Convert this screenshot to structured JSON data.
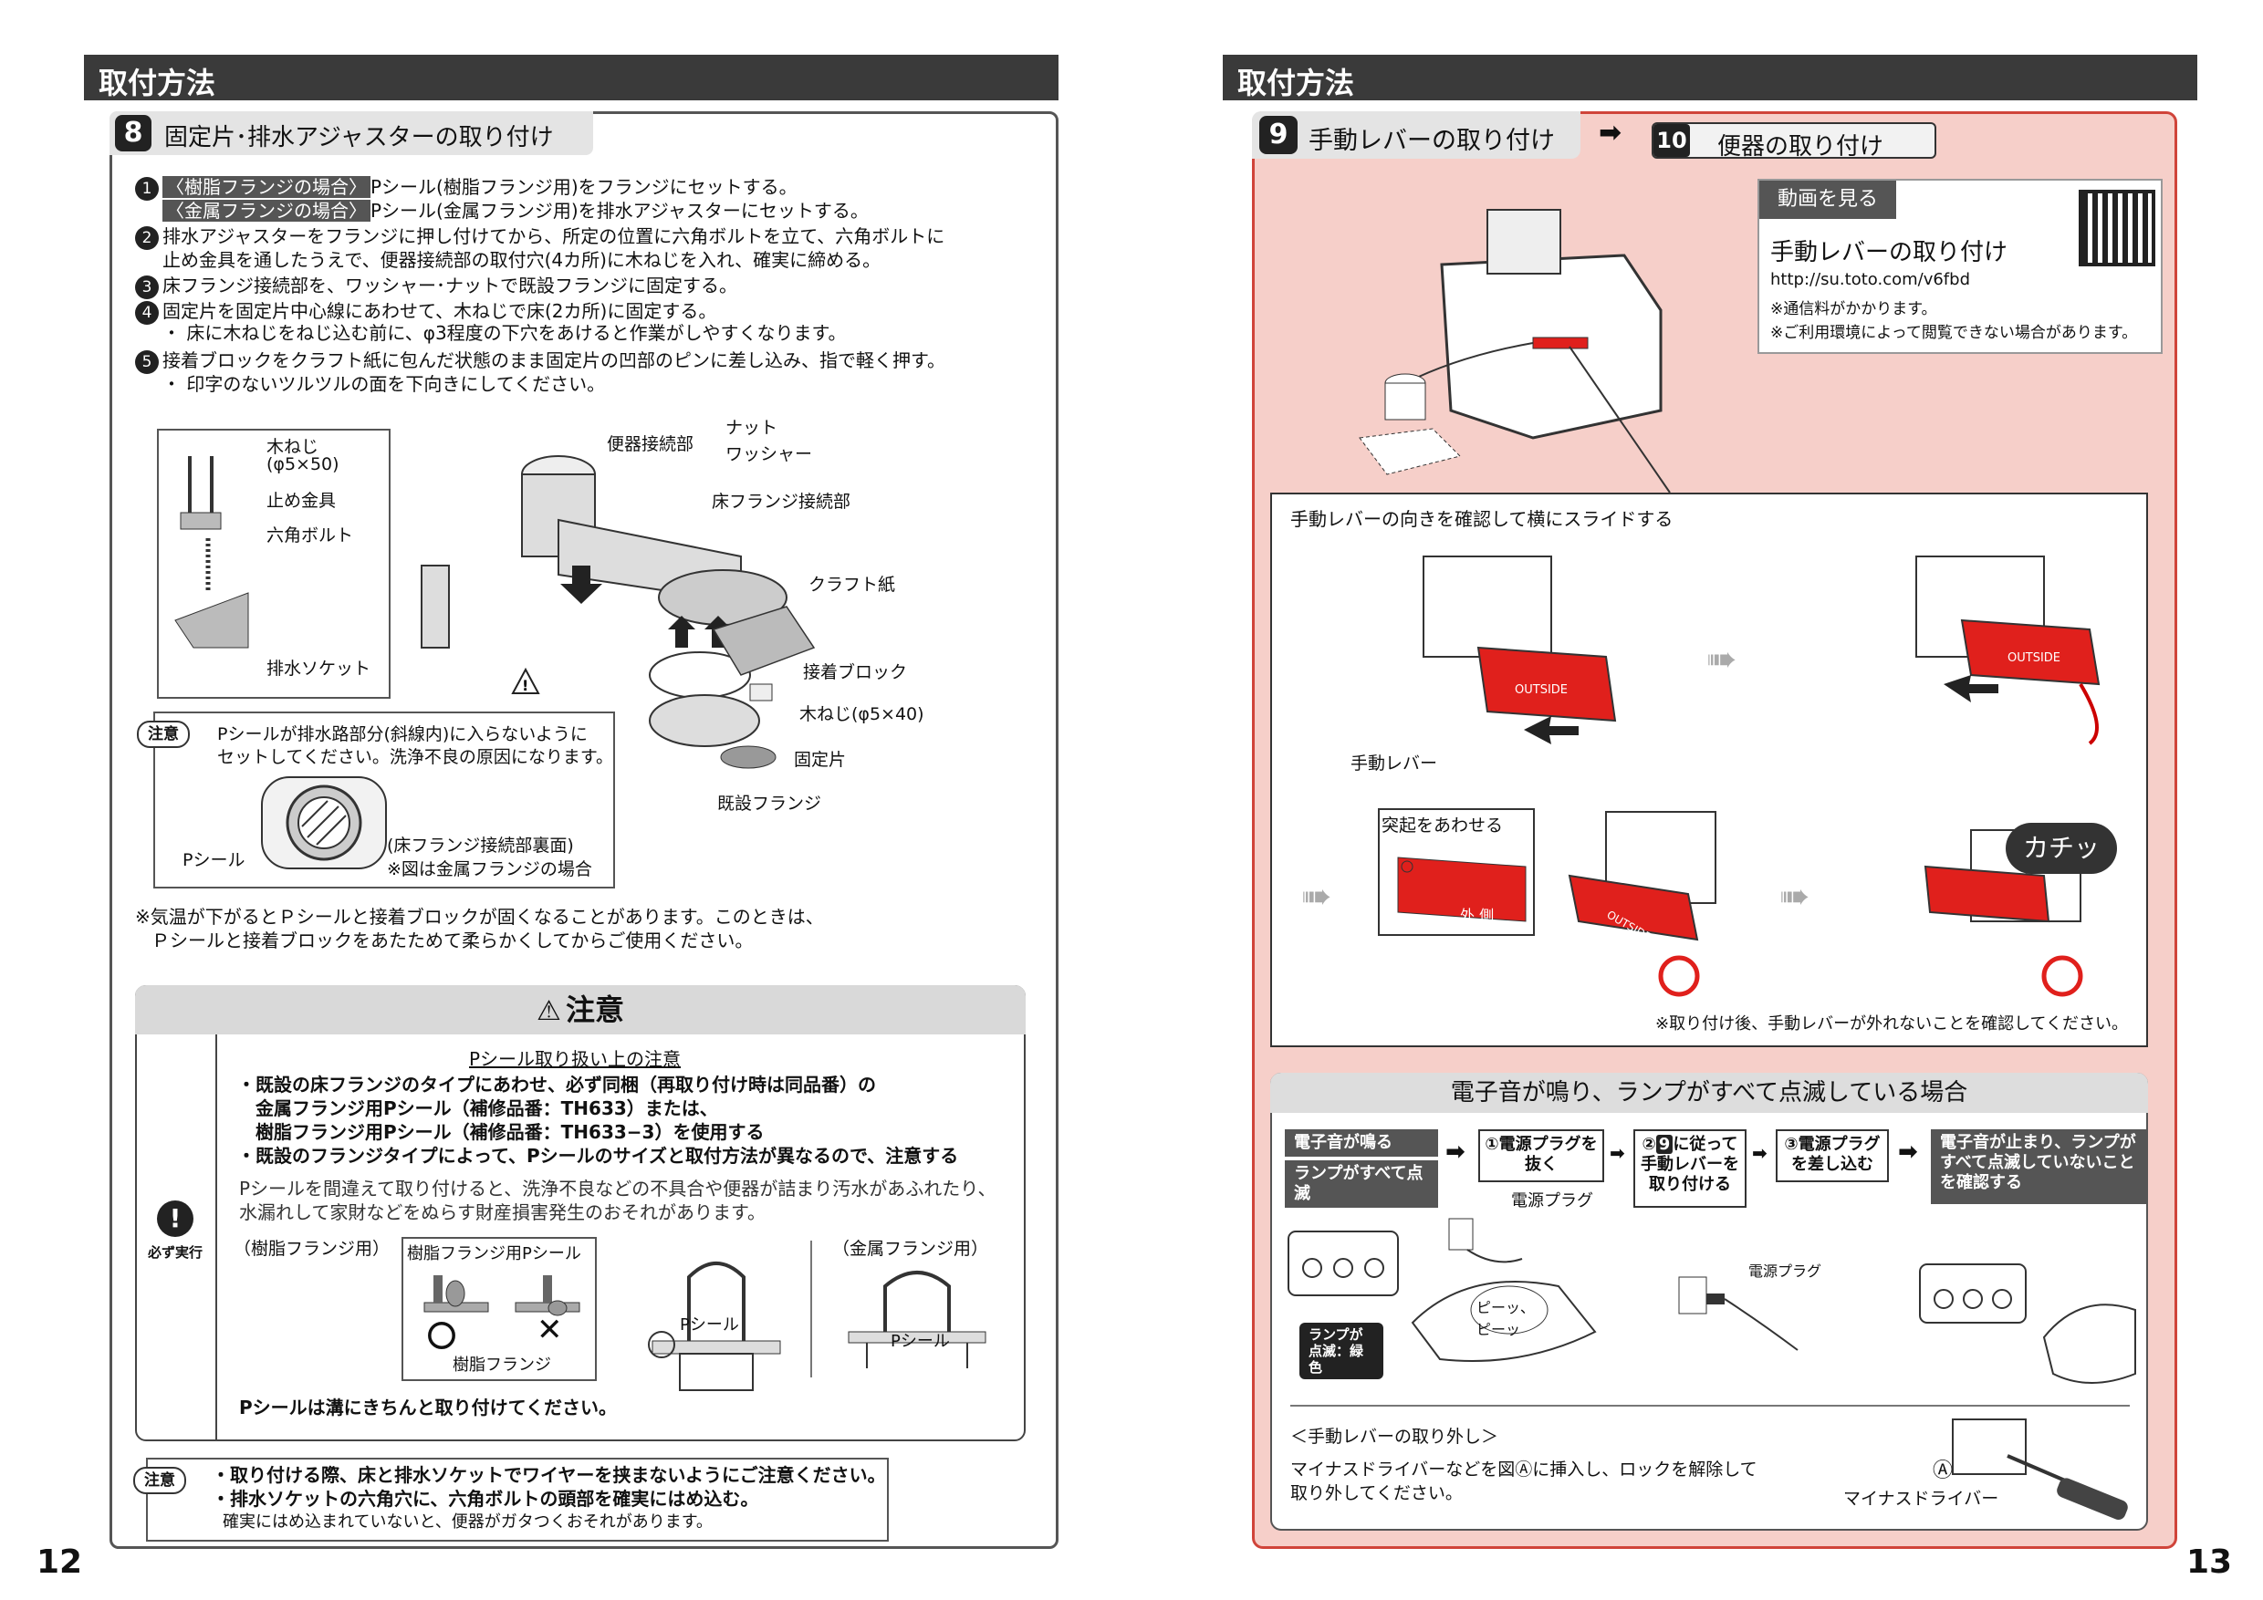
{
  "left": {
    "section_title": "取付方法",
    "step": {
      "number": "8",
      "title": "固定片･排水アジャスターの取り付け"
    },
    "instructions": [
      {
        "no": "1",
        "tag": "〈樹脂フランジの場合〉",
        "text": "Pシール(樹脂フランジ用)をフランジにセットする。"
      },
      {
        "no": "",
        "tag": "〈金属フランジの場合〉",
        "text": "Pシール(金属フランジ用)を排水アジャスターにセットする。"
      },
      {
        "no": "2",
        "tag": "",
        "text": "排水アジャスターをフランジに押し付けてから、所定の位置に六角ボルトを立て、六角ボルトに"
      },
      {
        "no": "",
        "tag": "",
        "text": "止め金具を通したうえで、便器接続部の取付穴(4カ所)に木ねじを入れ、確実に締める。"
      },
      {
        "no": "3",
        "tag": "",
        "text": "床フランジ接続部を、ワッシャー･ナットで既設フランジに固定する。"
      },
      {
        "no": "4",
        "tag": "",
        "text": "固定片を固定片中心線にあわせて、木ねじで床(2カ所)に固定する。"
      },
      {
        "no": "",
        "tag": "",
        "text": "・ 床に木ねじをねじ込む前に、φ3程度の下穴をあけると作業がしやすくなります。"
      },
      {
        "no": "5",
        "tag": "",
        "text": "接着ブロックをクラフト紙に包んだ状態のまま固定片の凹部のピンに差し込み、指で軽く押す。"
      },
      {
        "no": "",
        "tag": "",
        "text": "・ 印字のないツルツルの面を下向きにしてください。"
      }
    ],
    "diagram_labels": {
      "screw1": "木ねじ",
      "screw1_size": "(φ5×50)",
      "clamp": "止め金具",
      "hex_bolt": "六角ボルト",
      "drain_socket": "排水ソケット",
      "toilet_joint": "便器接続部",
      "nut": "ナット",
      "washer": "ワッシャー",
      "floor_flange_joint": "床フランジ接続部",
      "kraft_paper": "クラフト紙",
      "adhesive_block": "接着ブロック",
      "screw2": "木ねじ(φ5×40)",
      "fixing_piece": "固定片",
      "existing_flange": "既設フランジ"
    },
    "caution_small": {
      "badge": "注意",
      "line1": "Pシールが排水路部分(斜線内)に入らないように",
      "line2": "セットしてください。洗浄不良の原因になります。",
      "pseal": "Pシール",
      "note1": "(床フランジ接続部裏面)",
      "note2": "※図は金属フランジの場合"
    },
    "temp_note": [
      "※気温が下がるとＰシールと接着ブロックが固くなることがあります。このときは、",
      "Ｐシールと接着ブロックをあたためて柔らかくしてからご使用ください。"
    ],
    "warning": {
      "title": "注意",
      "side_label": "必ず実行",
      "subtitle": "Pシール取り扱い上の注意",
      "bullets": [
        "・既設の床フランジのタイプにあわせ、必ず同梱（再取り付け時は同品番）の",
        "　金属フランジ用Pシール（補修品番：TH633）または、",
        "　樹脂フランジ用Pシール（補修品番：TH633−3）を使用する",
        "・既設のフランジタイプによって、Pシールのサイズと取付方法が異なるので、注意する"
      ],
      "desc": [
        "Pシールを間違えて取り付けると、洗浄不良などの不具合や便器が詰まり汚水があふれたり、",
        "水漏れして家財などをぬらす財産損害発生のおそれがあります。"
      ],
      "resin_label": "（樹脂フランジ用）",
      "resin_pseal": "樹脂フランジ用Pシール",
      "resin_flange": "樹脂フランジ",
      "ok_mark": "〇",
      "ng_mark": "✕",
      "pseal_a": "Pシール",
      "metal_label": "（金属フランジ用）",
      "pseal_b": "Pシール",
      "footer": "Pシールは溝にきちんと取り付けてください。"
    },
    "bottom_caution": {
      "badge": "注意",
      "line1": "・取り付ける際、床と排水ソケットでワイヤーを挟まないようにご注意ください。",
      "line2": "・排水ソケットの六角穴に、六角ボルトの頭部を確実にはめ込む。",
      "line3": "確実にはめ込まれていないと、便器がガタつくおそれがあります。"
    },
    "page_number": "12"
  },
  "right": {
    "section_title": "取付方法",
    "step9": {
      "number": "9",
      "title": "手動レバーの取り付け"
    },
    "step10": {
      "number": "10",
      "title": "便器の取り付け"
    },
    "video": {
      "header": "動画を見る",
      "title": "手動レバーの取り付け",
      "url": "http://su.toto.com/v6fbd",
      "note1": "※通信料がかかります。",
      "note2": "※ご利用環境によって閲覧できない場合があります。"
    },
    "lever_box": {
      "instruction": "手動レバーの向きを確認して横にスライドする",
      "lever_label": "手動レバー",
      "align_label": "突起をあわせる",
      "click": "カチッ",
      "after_note": "※取り付け後、手動レバーが外れないことを確認してください。",
      "outside_text": "OUTSIDE",
      "outer_side": "外 側"
    },
    "beep_box": {
      "title": "電子音が鳴り、ランプがすべて点滅している場合",
      "state1": "電子音が鳴る",
      "state2": "ランプがすべて点滅",
      "step1": "①電源プラグを抜く",
      "step2a": "②",
      "step2b": "9",
      "step2c": "に従って手動レバーを取り付ける",
      "step3": "③電源プラグを差し込む",
      "result": "電子音が止まり、ランプがすべて点滅していないことを確認する",
      "plug_label1": "電源プラグ",
      "plug_label2": "電源プラグ",
      "beep": "ピーッ、ピーッ",
      "lamp": "ランプが点滅：緑色",
      "removal_title": "＜手動レバーの取り外し＞",
      "removal_line1": "マイナスドライバーなどを図Ⓐに挿入し、ロックを解除して",
      "removal_line2": "取り外してください。",
      "point_a": "Ⓐ",
      "driver": "マイナスドライバー"
    },
    "page_number": "13"
  },
  "colors": {
    "bar": "#3a3a3a",
    "pink_panel": "#f6cfc9",
    "pink_border": "#d0443a",
    "lever_red": "#e0201c"
  }
}
